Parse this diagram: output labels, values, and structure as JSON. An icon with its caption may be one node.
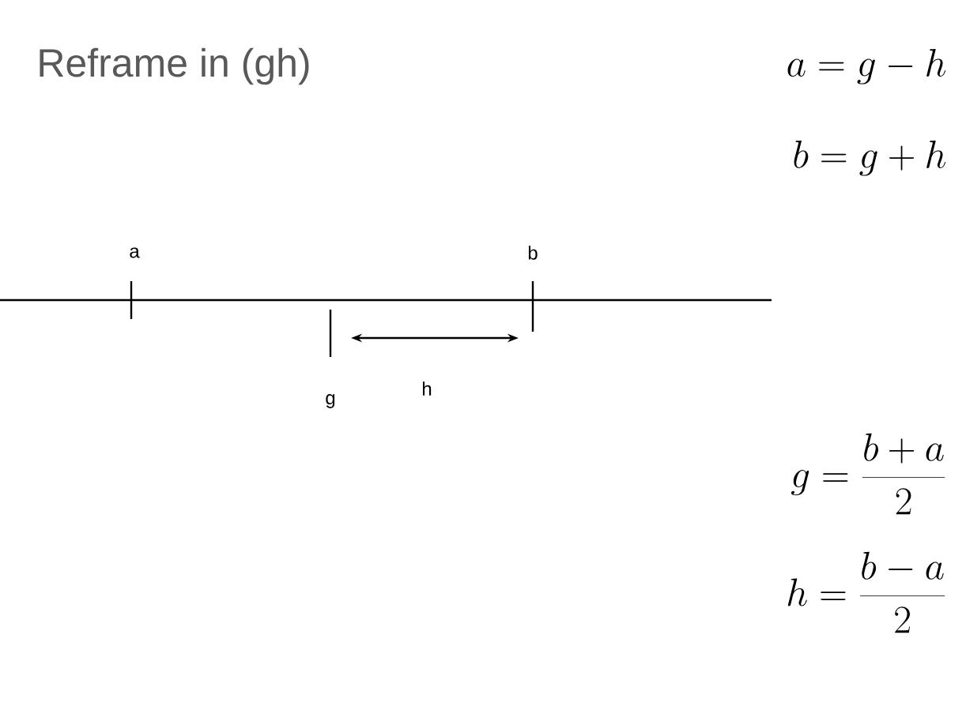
{
  "diagram": {
    "title": "Reframe in (gh)",
    "labels": [
      "a = g - h",
      "b = g + h",
      "a",
      "b",
      "g",
      "h",
      "g = \\frac{b + a}{2}",
      "h = \\frac{b - a}{2}"
    ]
  }
}
